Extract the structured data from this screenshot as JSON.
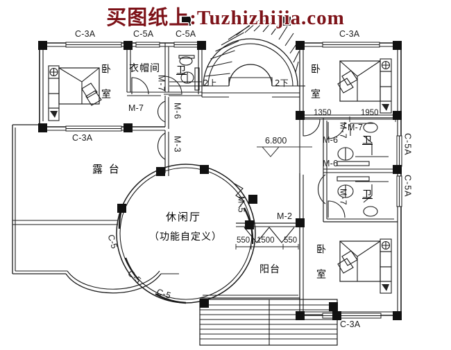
{
  "document": {
    "type": "architectural-floor-plan",
    "watermark": "买图纸上:Tuzhizhijia.com",
    "elevation_marker": "6.800"
  },
  "colors": {
    "watermark": "#7d1218",
    "wall": "#1a1a1a",
    "column_fill": "#111111",
    "paper": "#ffffff",
    "furniture": "#333333"
  },
  "rooms": {
    "bedroom_top_left": "卧 室",
    "closet": "衣帽间",
    "bath_top": "卫",
    "bedroom_top_right": "卧 室",
    "terrace": "露 台",
    "leisure_hall": "休闲厅",
    "leisure_hall_sub": "（功能自定义）",
    "balcony": "阳台",
    "bath_mid_upper": "卫",
    "bath_mid_lower": "卫",
    "bedroom_bottom_right": "卧 室"
  },
  "stairs": {
    "up_label": "2上",
    "down_label": "2下"
  },
  "windows": {
    "top_left_c3a": "C-3A",
    "top_closet_c5a": "C-5A",
    "top_bath_c5a": "C-5A",
    "top_right_c3a": "C-3A",
    "terrace_c3a": "C-3A",
    "right_upper_c5a": "C-5A",
    "right_lower_c5a": "C-5A",
    "bottom_right_c3a": "C-3A",
    "hall_c5_a": "C-5",
    "hall_c5_b": "C-5",
    "hall_c5_c": "C-5"
  },
  "doors": {
    "closet_m7": "M-7",
    "closet_inner_m7": "M-7",
    "hall_m6": "M-6",
    "hall_m3": "M-3",
    "hall_m5": "M-5",
    "balcony_m2": "M-2",
    "right_bed_m7": "M-7",
    "right_m6_upper": "M-6",
    "right_m6_lower": "M-6",
    "right_bath_m7_upper": "M-7",
    "right_bath_m7_lower": "M-7"
  },
  "dimensions": {
    "right_bed_a": "1350",
    "right_bed_b": "1950",
    "balcony_left": "550",
    "balcony_mid": "1500",
    "balcony_right": "550"
  }
}
